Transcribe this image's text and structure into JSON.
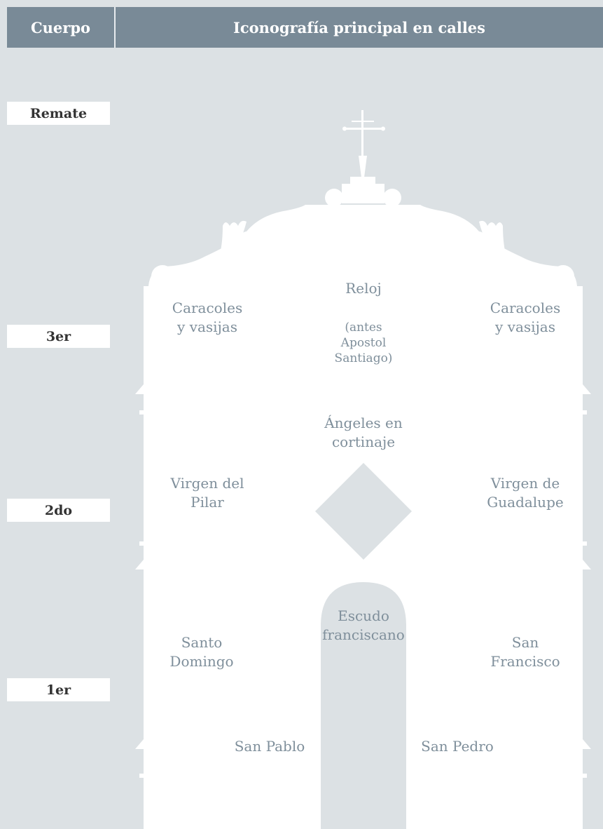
{
  "header": {
    "col_body": "Cuerpo",
    "col_iconography": "Iconografía principal en calles"
  },
  "levels": {
    "remate": "Remate",
    "third": "3er",
    "second": "2do",
    "first": "1er"
  },
  "iconography": {
    "third": {
      "left": [
        "Caracoles",
        "y vasijas"
      ],
      "center_title": "Reloj",
      "center_note": [
        "(antes",
        "Apostol",
        "Santiago)"
      ],
      "right": [
        "Caracoles",
        "y vasijas"
      ]
    },
    "second": {
      "left": [
        "Virgen del",
        "Pilar"
      ],
      "center": [
        "Ángeles en",
        "cortinaje"
      ],
      "right": [
        "Virgen de",
        "Guadalupe"
      ]
    },
    "first": {
      "left": [
        "Santo",
        "Domingo"
      ],
      "center": [
        "Escudo",
        "franciscano"
      ],
      "right": [
        "San",
        "Francisco"
      ],
      "lower_left": "San Pablo",
      "lower_right": "San Pedro"
    }
  },
  "colors": {
    "background": "#dce1e4",
    "header": "#798a97",
    "facade": "#ffffff",
    "label_text": "#7f8f9b",
    "niche": "#dce1e4"
  }
}
